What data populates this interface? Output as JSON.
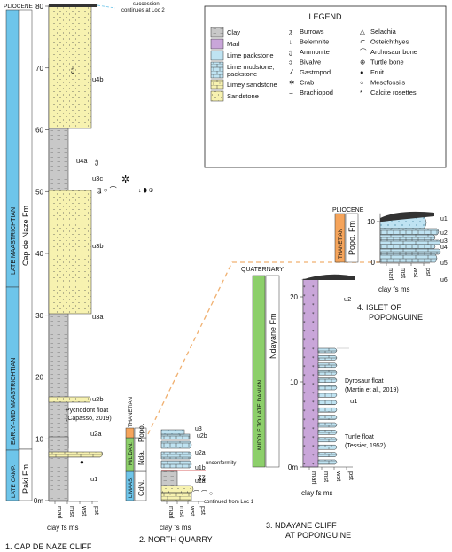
{
  "legend": {
    "title": "LEGEND",
    "lith": [
      {
        "label": "Clay",
        "fill": "#c8c8c8",
        "pattern": "dash"
      },
      {
        "label": "Marl",
        "fill": "#c9a6d9",
        "pattern": "none"
      },
      {
        "label": "Lime packstone",
        "fill": "#bfe3f2",
        "pattern": "none"
      },
      {
        "label": "Lime mudstone,",
        "label2": "packstone",
        "fill": "#bfe3f2",
        "pattern": "brick"
      },
      {
        "label": "Limey sandstone",
        "fill": "#f7f2b0",
        "pattern": "brick"
      },
      {
        "label": "Sandstone",
        "fill": "#f7f2b0",
        "pattern": "dot"
      }
    ],
    "fossils1": [
      "Burrows",
      "Belemnite",
      "Ammonite",
      "Bivalve",
      "Gastropod",
      "Crab",
      "Brachiopod"
    ],
    "fossils2": [
      "Selachia",
      "Osteichthyes",
      "Archosaur bone",
      "Turtle bone",
      "Fruit",
      "Mesofossils",
      "Calcite rosettes"
    ]
  },
  "grain_axis": [
    "marl",
    "mst",
    "wst",
    "pst"
  ],
  "grain_axis2": "clay fs ms",
  "col1": {
    "caption": "1. CAP DE NAZE CLIFF",
    "ticks": [
      "0m",
      "10",
      "20",
      "30",
      "40",
      "50",
      "60",
      "70",
      "80"
    ],
    "epochs": {
      "pliocene": "PLIOCENE",
      "late_maas": "LATE MAASTRICHTIAN",
      "early_mid": "EARLY–MID MAASTRICHTIAN",
      "late_camp": "LATE CAMP."
    },
    "fm_cap": "Cap de Naze Fm",
    "fm_paki": "Paki Fm",
    "units": [
      "u1",
      "u2a",
      "u2b",
      "u3a",
      "u3b",
      "u3c",
      "u4a",
      "u4b"
    ],
    "note_pyc": "Pycnodont float",
    "note_pyc2": "(Capasso, 2019)",
    "note_succ": "succession",
    "note_succ2": "continues at Loc 2"
  },
  "col2": {
    "caption": "2. NORTH QUARRY",
    "stage_thanet": "THANETIAN",
    "stage_ml": "M/L DAN.",
    "stage_lmaas": "L.MAAS.",
    "fm_popo": "Popo.",
    "fm_nda": "Nda.",
    "fm_cdn": "CdN.",
    "units": [
      "u1a",
      "u1b",
      "u2a",
      "u2b",
      "u3"
    ],
    "note_unconf": "unconformity",
    "note_cont": "continued from Loc 1"
  },
  "col3": {
    "caption": "3. NDAYANE CLIFF",
    "caption2": "AT POPONGUINE",
    "epoch_quat": "QUATERNARY",
    "stage": "MIDDLE TO LATE DANIAN",
    "fm": "Ndayane Fm",
    "ticks": [
      "0m",
      "10",
      "20"
    ],
    "units": [
      "u1",
      "u2"
    ],
    "note_dyro": "Dyrosaur float",
    "note_dyro2": "(Martin et al., 2019)",
    "note_turtle": "Turtle float",
    "note_turtle2": "(Tessier, 1952)"
  },
  "col4": {
    "caption": "4. ISLET OF",
    "caption2": "POPONGUINE",
    "epoch": "PLIOCENE",
    "stage": "THANETIAN",
    "fm": "Popo. Fm",
    "ticks": [
      "0",
      "10"
    ],
    "units": [
      "u1",
      "u2",
      "u3",
      "u4",
      "u5",
      "u6"
    ]
  }
}
